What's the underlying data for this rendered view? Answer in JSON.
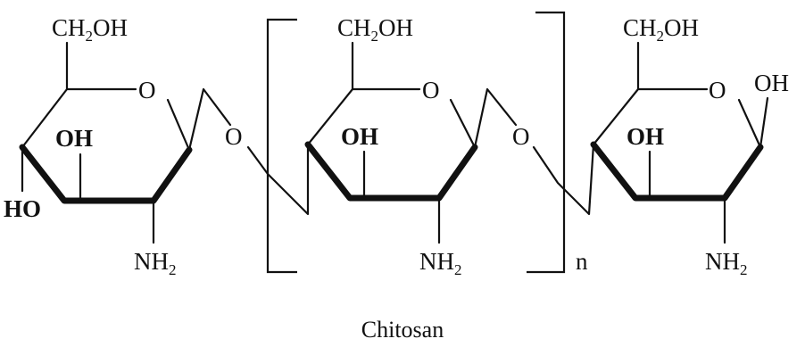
{
  "diagram": {
    "caption": "Chitosan",
    "repeat_label": "n",
    "ring_oxygen": "O",
    "glycosidic_oxygen": "O",
    "units": [
      {
        "ch2oh": {
          "main": "CH",
          "sub": "2",
          "tail": "OH"
        },
        "hydroxyl": "OH",
        "hydroxyl_4": "HO",
        "amine": {
          "main": "NH",
          "sub": "2"
        }
      },
      {
        "ch2oh": {
          "main": "CH",
          "sub": "2",
          "tail": "OH"
        },
        "hydroxyl": "OH",
        "amine": {
          "main": "NH",
          "sub": "2"
        }
      },
      {
        "ch2oh": {
          "main": "CH",
          "sub": "2",
          "tail": "OH"
        },
        "hydroxyl": "OH",
        "anomeric_hydroxyl": "OH",
        "amine": {
          "main": "NH",
          "sub": "2"
        }
      }
    ]
  }
}
